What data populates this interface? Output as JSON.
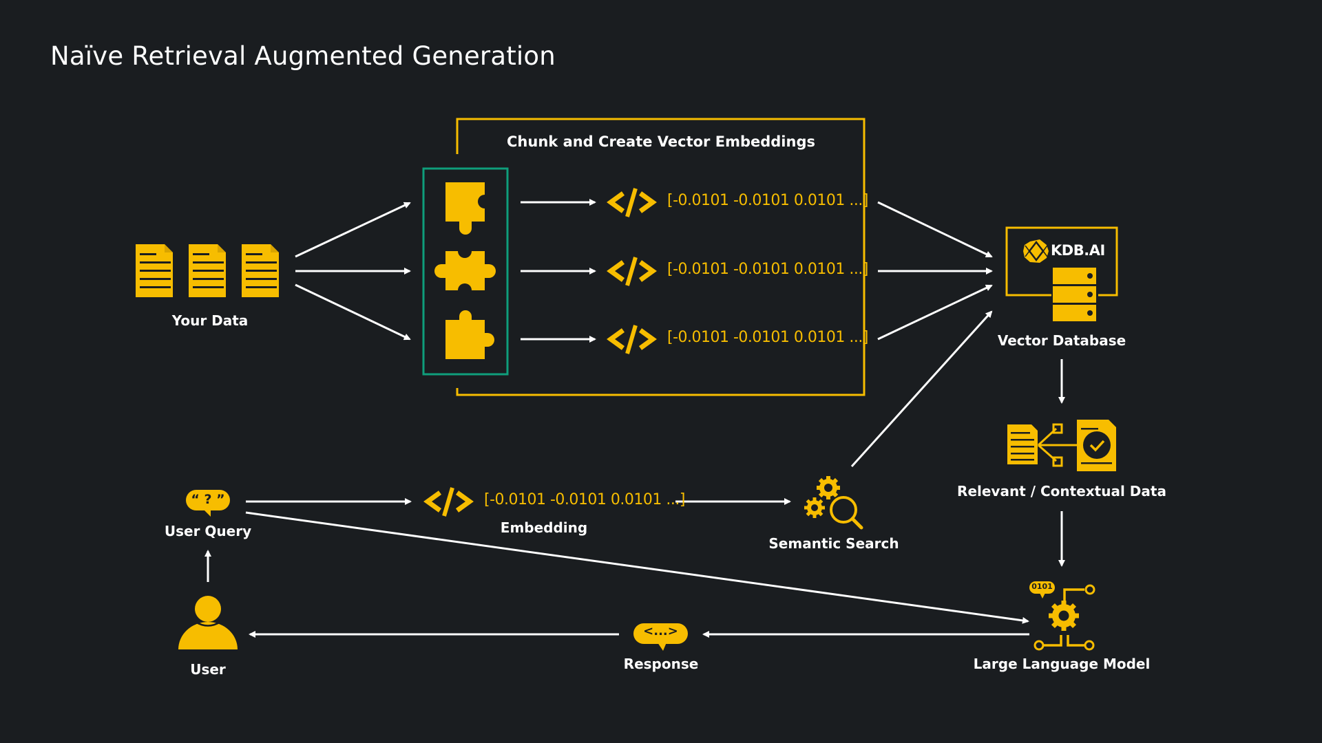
{
  "title": "Naïve Retrieval Augmented Generation",
  "colors": {
    "background": "#1a1d20",
    "accent": "#f7bd00",
    "chunk_frame": "#0f9e7b",
    "arrow": "#ffffff",
    "text": "#ffffff"
  },
  "nodes": {
    "your_data": {
      "label": "Your Data",
      "icon": "document-icon",
      "count": 3
    },
    "chunk_group": {
      "label": "Chunk and Create Vector Embeddings"
    },
    "chunks": [
      {
        "icon": "puzzle-piece-icon",
        "code_icon": "code-icon",
        "vector": "[-0.0101 -0.0101 0.0101 ...]"
      },
      {
        "icon": "puzzle-piece-icon",
        "code_icon": "code-icon",
        "vector": "[-0.0101 -0.0101 0.0101 ...]"
      },
      {
        "icon": "puzzle-piece-icon",
        "code_icon": "code-icon",
        "vector": "[-0.0101 -0.0101 0.0101 ...]"
      }
    ],
    "vector_database": {
      "label": "Vector Database",
      "brand": "KDB.AI",
      "icon": "database-server-icon"
    },
    "relevant_data": {
      "label": "Relevant / Contextual Data",
      "icon": "document-check-icon"
    },
    "llm": {
      "label": "Large Language Model",
      "badge": "0101",
      "icon": "gear-circuit-icon"
    },
    "user_query": {
      "label": "User Query",
      "bubble": "“ ? ”",
      "icon": "speech-bubble-question-icon"
    },
    "embedding": {
      "label": "Embedding",
      "vector": "[-0.0101 -0.0101 0.0101 ...]",
      "icon": "code-icon"
    },
    "semantic_search": {
      "label": "Semantic Search",
      "icon": "gears-magnifier-icon"
    },
    "response": {
      "label": "Response",
      "bubble": "<...>",
      "icon": "speech-bubble-code-icon"
    },
    "user": {
      "label": "User",
      "icon": "user-icon"
    }
  },
  "edges": [
    {
      "from": "your_data",
      "to": "chunk_1"
    },
    {
      "from": "your_data",
      "to": "chunk_2"
    },
    {
      "from": "your_data",
      "to": "chunk_3"
    },
    {
      "from": "chunk_1",
      "to": "embedding_1"
    },
    {
      "from": "chunk_2",
      "to": "embedding_2"
    },
    {
      "from": "chunk_3",
      "to": "embedding_3"
    },
    {
      "from": "embedding_1",
      "to": "vector_database"
    },
    {
      "from": "embedding_2",
      "to": "vector_database"
    },
    {
      "from": "embedding_3",
      "to": "vector_database"
    },
    {
      "from": "user",
      "to": "user_query"
    },
    {
      "from": "user_query",
      "to": "embedding"
    },
    {
      "from": "embedding",
      "to": "semantic_search"
    },
    {
      "from": "semantic_search",
      "to": "vector_database"
    },
    {
      "from": "vector_database",
      "to": "relevant_data"
    },
    {
      "from": "relevant_data",
      "to": "llm"
    },
    {
      "from": "user_query",
      "to": "llm"
    },
    {
      "from": "llm",
      "to": "response"
    },
    {
      "from": "response",
      "to": "user"
    }
  ]
}
